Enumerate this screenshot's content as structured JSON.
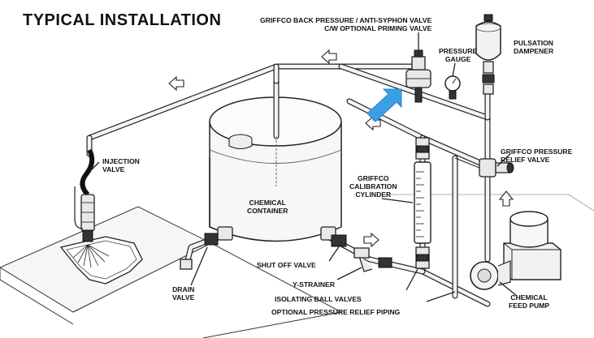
{
  "title": "TYPICAL INSTALLATION",
  "labels": {
    "back_pressure_valve": [
      "GRIFFCO BACK PRESSURE / ANTI-SYPHON VALVE",
      "C/W OPTIONAL PRIMING VALVE"
    ],
    "pressure_gauge": [
      "PRESSURE",
      "GAUGE"
    ],
    "pulsation_dampener": [
      "PULSATION",
      "DAMPENER"
    ],
    "injection_valve": [
      "INJECTION",
      "VALVE"
    ],
    "pressure_relief_valve": [
      "GRIFFCO PRESSURE",
      "RELIEF VALVE"
    ],
    "calibration_cylinder": [
      "GRIFFCO",
      "CALIBRATION",
      "CYLINDER"
    ],
    "chemical_container": [
      "CHEMICAL",
      "CONTAINER"
    ],
    "shut_off_valve": "SHUT OFF VALVE",
    "drain_valve": [
      "DRAIN",
      "VALVE"
    ],
    "y_strainer": "Y-STRAINER",
    "isolating_ball_valves": "ISOLATING BALL VALVES",
    "optional_relief_piping": "OPTIONAL PRESSURE RELIEF PIPING",
    "chemical_feed_pump": [
      "CHEMICAL",
      "FEED PUMP"
    ]
  },
  "colors": {
    "highlight_arrow": "#3aa0e6",
    "ink": "#222222",
    "container_fill": "#f7f7f7"
  },
  "icons": {
    "flow_arrow": "hollow-arrow",
    "highlight": "blue-arrow"
  }
}
